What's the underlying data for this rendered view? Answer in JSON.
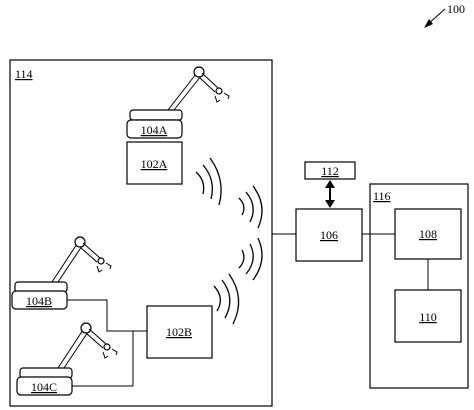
{
  "figure_ref": "100",
  "containers": {
    "environment": "114",
    "compute": "116"
  },
  "nodes": {
    "robot_a_base": "104A",
    "robot_a_ctrl": "102A",
    "robot_b_base": "104B",
    "robot_c_base": "104C",
    "controller_b": "102B",
    "hub": "106",
    "peripheral": "112",
    "server_top": "108",
    "server_bottom": "110"
  }
}
